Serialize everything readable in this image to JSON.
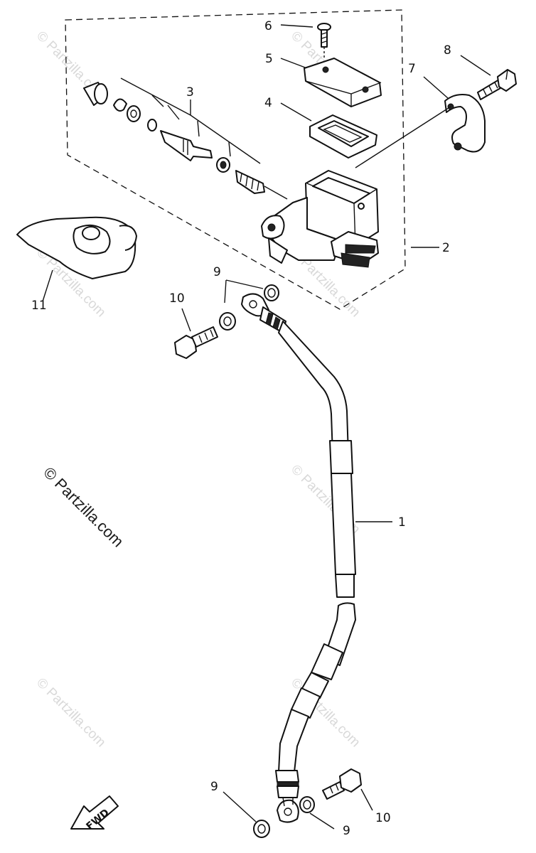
{
  "diagram": {
    "callouts": {
      "c1": "1",
      "c2": "2",
      "c3": "3",
      "c4": "4",
      "c5": "5",
      "c6": "6",
      "c7": "7",
      "c8": "8",
      "c9a": "9",
      "c9b": "9",
      "c9c": "9",
      "c10a": "10",
      "c10b": "10",
      "c11": "11"
    },
    "fwd_label": "FWD",
    "watermark_main": "© Partzilla.com",
    "watermark_faint": "© Partzilla.com"
  }
}
